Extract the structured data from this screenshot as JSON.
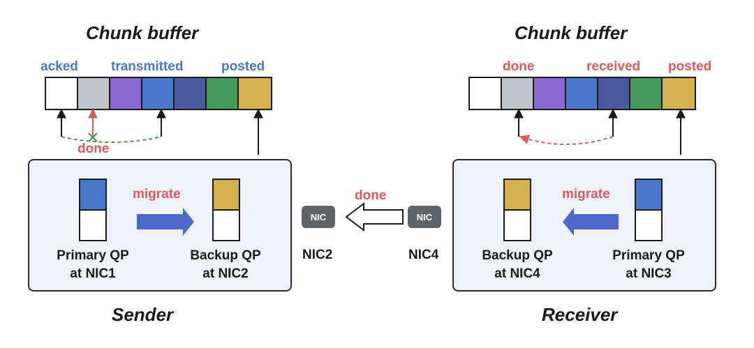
{
  "colors": {
    "empty": "#ffffff",
    "gray": "#c2c5cc",
    "purple": "#8a66cf",
    "blue": "#4a78c8",
    "navy": "#4b5aa0",
    "green": "#47995b",
    "gold": "#d5b24f",
    "label_blue": "#4a78c8",
    "label_red": "#d95b5b",
    "panel_bg": "#eef1fa"
  },
  "sender": {
    "buffer_title": "Chunk buffer",
    "buffer_labels": {
      "acked": "acked",
      "transmitted": "transmitted",
      "posted": "posted"
    },
    "buffer_cells": [
      "empty",
      "gray",
      "purple",
      "blue",
      "navy",
      "green",
      "gold"
    ],
    "done_label": "done",
    "migrate_label": "migrate",
    "primary_qp": {
      "line1": "Primary QP",
      "line2": "at NIC1",
      "top_color": "blue"
    },
    "backup_qp": {
      "line1": "Backup QP",
      "line2": "at NIC2",
      "top_color": "gold"
    },
    "caption": "Sender"
  },
  "receiver": {
    "buffer_title": "Chunk buffer",
    "buffer_labels": {
      "done": "done",
      "received": "received",
      "posted": "posted"
    },
    "buffer_cells": [
      "empty",
      "gray",
      "purple",
      "blue",
      "navy",
      "green",
      "gold"
    ],
    "migrate_label": "migrate",
    "backup_qp": {
      "line1": "Backup QP",
      "line2": "at NIC4",
      "top_color": "gold"
    },
    "primary_qp": {
      "line1": "Primary QP",
      "line2": "at NIC3",
      "top_color": "blue"
    },
    "caption": "Receiver"
  },
  "middle": {
    "done_label": "done",
    "nic_chip_label": "NIC",
    "nic2_label": "NIC2",
    "nic4_label": "NIC4"
  }
}
